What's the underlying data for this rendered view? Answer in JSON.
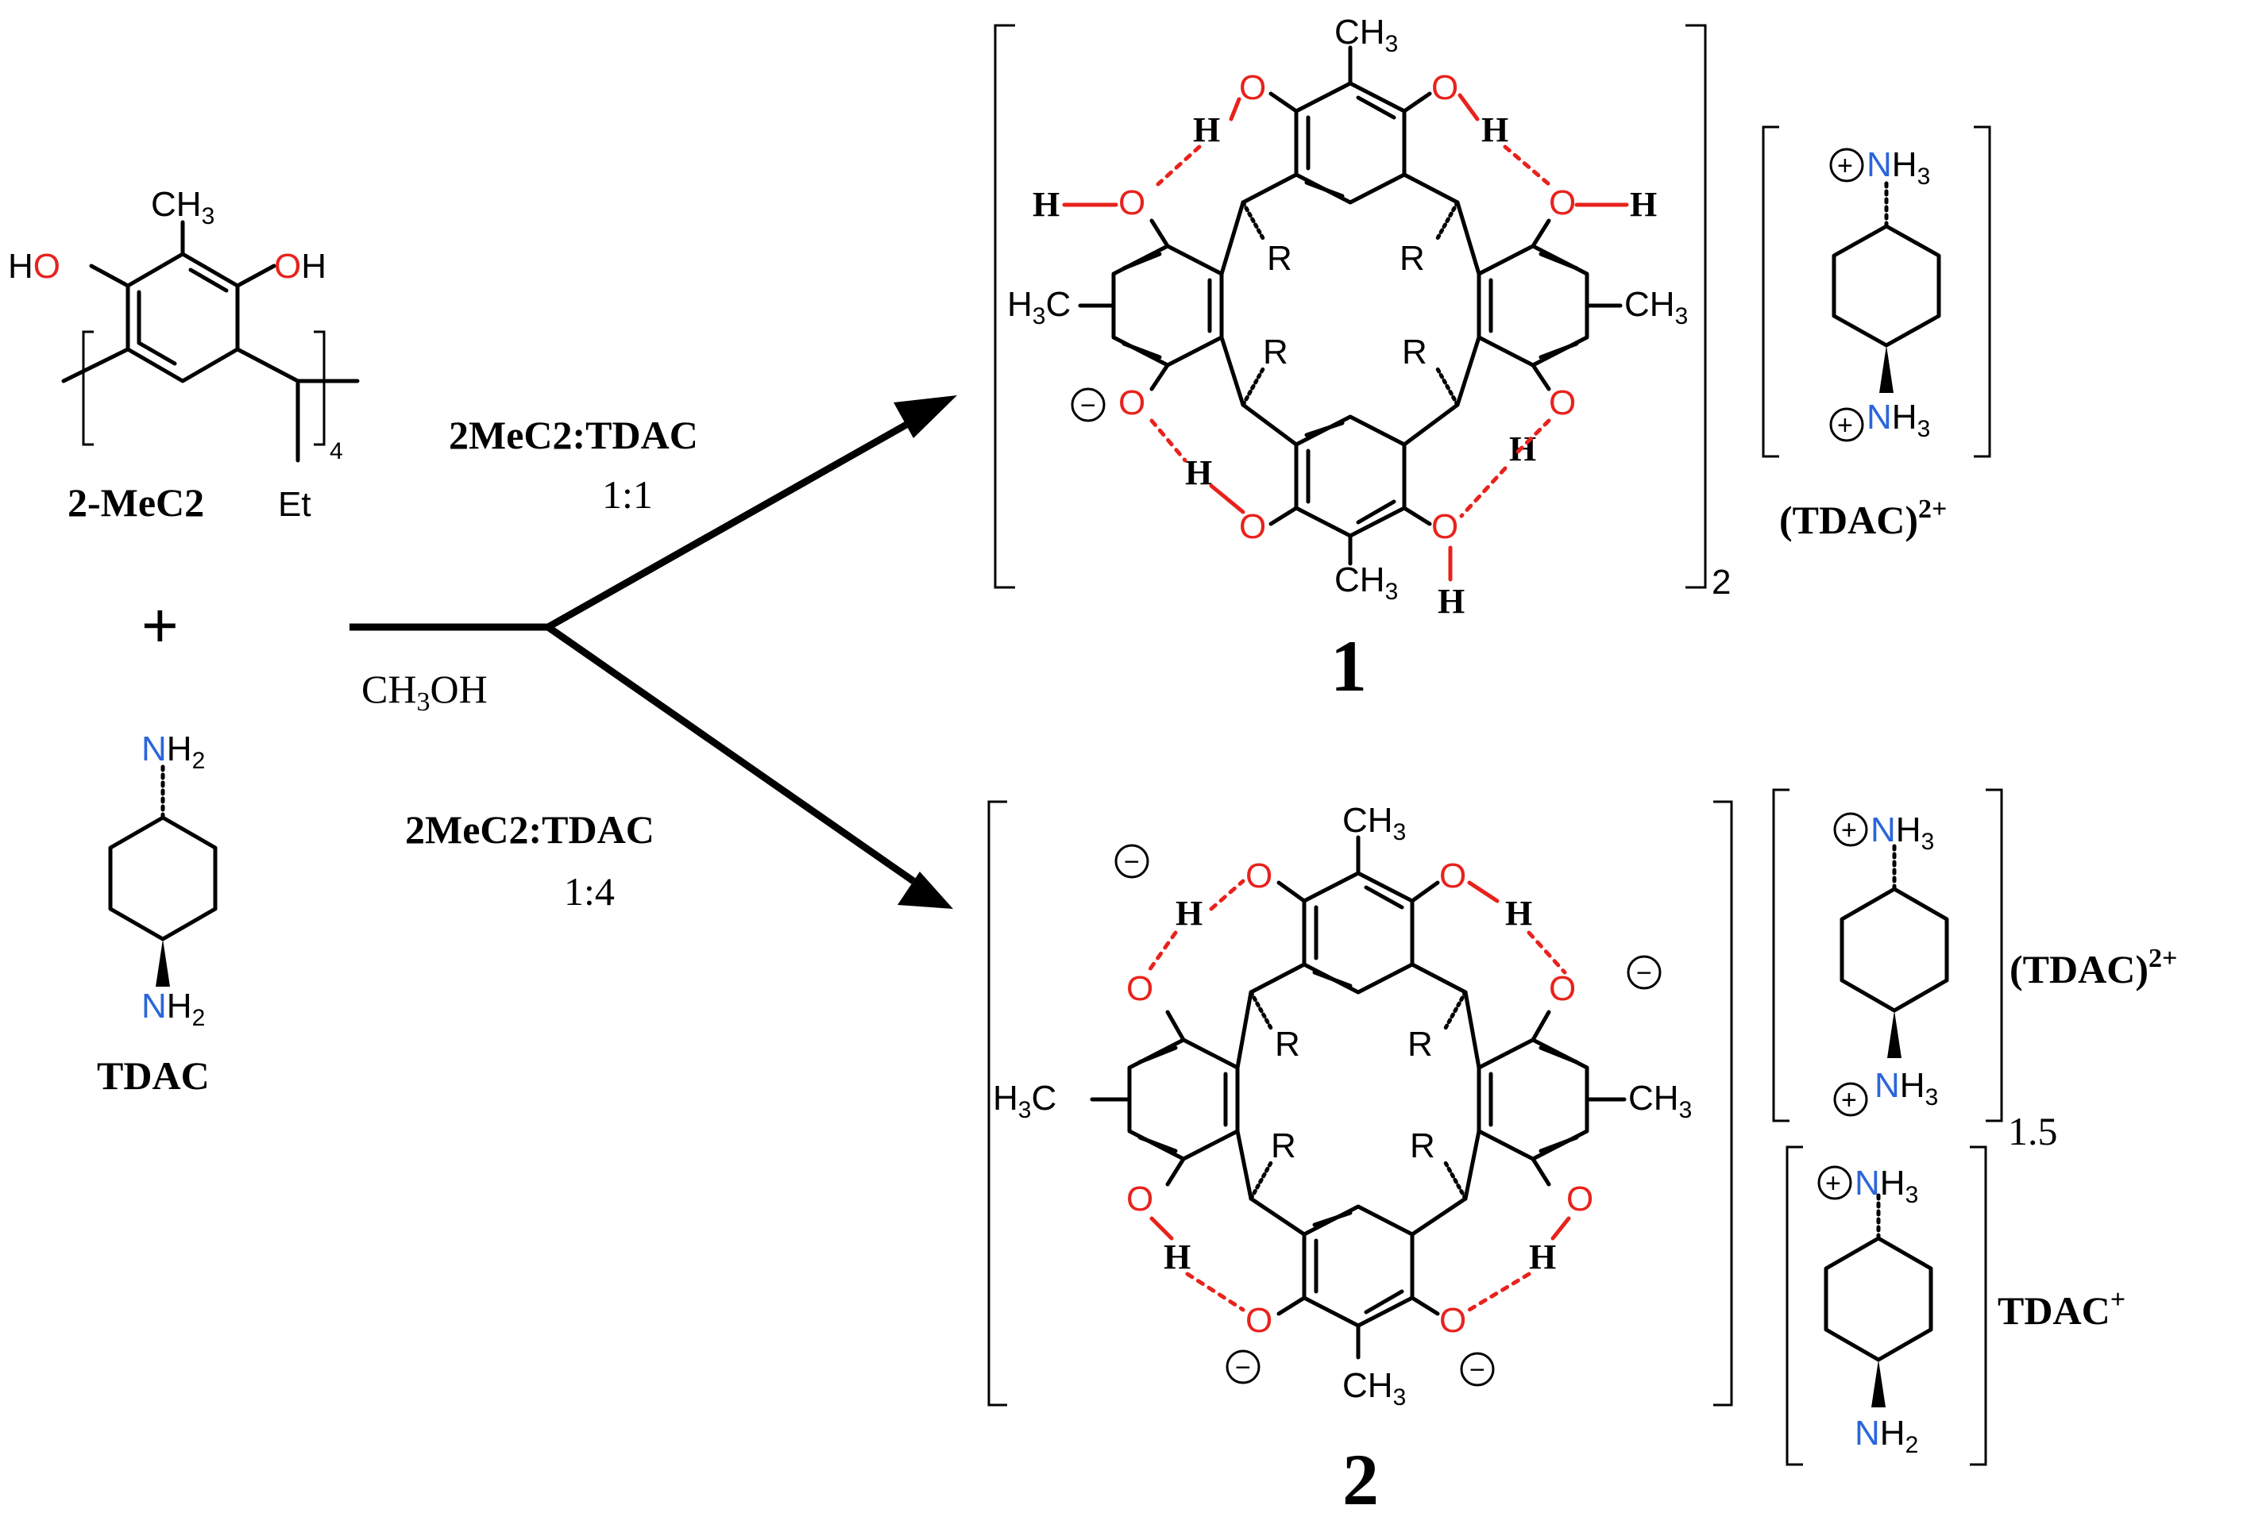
{
  "reactant1": {
    "label": "2-MeC2",
    "ch3": "CH",
    "sub3": "3",
    "oh_o": "O",
    "oh_h": "H",
    "repeat": "4",
    "et": "Et"
  },
  "plus": "+",
  "reactant2": {
    "label": "TDAC",
    "n": "N",
    "h2": "H",
    "sub2": "2"
  },
  "conditions": {
    "solvent_a": "CH",
    "solvent_sub": "3",
    "solvent_b": "OH",
    "top_ratio_label": "2MeC2:TDAC",
    "top_ratio": "1:1",
    "bottom_ratio_label": "2MeC2:TDAC",
    "bottom_ratio": "1:4"
  },
  "product1": {
    "number": "1",
    "bracket_sub": "2",
    "cation_label": "(TDAC)",
    "cation_charge": "2+",
    "nh3": "H",
    "nh3_sub": "3",
    "r": "R",
    "h": "H",
    "o": "O",
    "ch3_a": "CH",
    "ch3_b": "3",
    "h3c_a": "H",
    "h3c_b": "3",
    "h3c_c": "C"
  },
  "product2": {
    "number": "2",
    "cation1_label": "(TDAC)",
    "cation1_charge": "2+",
    "cation1_sub": "1.5",
    "cation2_label": "TDAC",
    "cation2_charge": "+",
    "nh3": "H",
    "nh3_sub": "3",
    "nh2_sub": "2",
    "r": "R",
    "h": "H",
    "o": "O"
  },
  "charges": {
    "minus": "−",
    "plus": "+"
  }
}
